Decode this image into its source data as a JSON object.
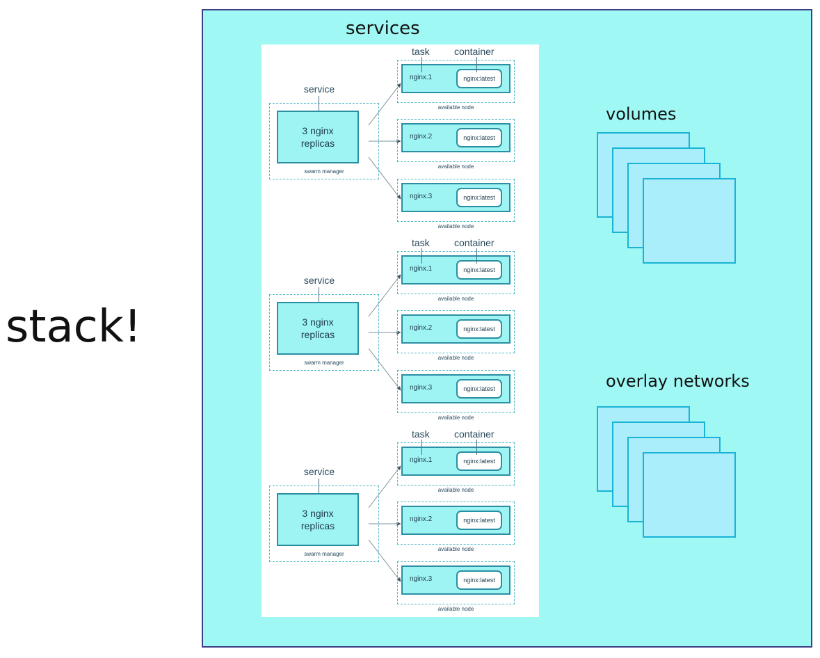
{
  "slide": {
    "left_title": "stack!",
    "services_title": "services",
    "volumes_title": "volumes",
    "networks_title": "overlay networks"
  },
  "services": [
    {
      "service_label": "service",
      "replicas_label": "3 nginx\nreplicas",
      "manager_label": "swarm manager",
      "task_header": "task",
      "container_header": "container",
      "nodes": [
        {
          "task": "nginx.1",
          "container": "nginx:latest",
          "node": "available node"
        },
        {
          "task": "nginx.2",
          "container": "nginx:latest",
          "node": "available node"
        },
        {
          "task": "nginx.3",
          "container": "nginx:latest",
          "node": "available node"
        }
      ]
    },
    {
      "service_label": "service",
      "replicas_label": "3 nginx\nreplicas",
      "manager_label": "swarm manager",
      "task_header": "task",
      "container_header": "container",
      "nodes": [
        {
          "task": "nginx.1",
          "container": "nginx:latest",
          "node": "available node"
        },
        {
          "task": "nginx.2",
          "container": "nginx:latest",
          "node": "available node"
        },
        {
          "task": "nginx.3",
          "container": "nginx:latest",
          "node": "available node"
        }
      ]
    },
    {
      "service_label": "service",
      "replicas_label": "3 nginx\nreplicas",
      "manager_label": "swarm manager",
      "task_header": "task",
      "container_header": "container",
      "nodes": [
        {
          "task": "nginx.1",
          "container": "nginx:latest",
          "node": "available node"
        },
        {
          "task": "nginx.2",
          "container": "nginx:latest",
          "node": "available node"
        },
        {
          "task": "nginx.3",
          "container": "nginx:latest",
          "node": "available node"
        }
      ]
    }
  ],
  "colors": {
    "outer_fill": "#9ff8f4",
    "outer_border": "#3d3f86",
    "box_fill": "#9ef3f3",
    "box_border": "#2a8fa3",
    "stack_square_fill": "#aaedfb",
    "stack_square_border": "#1ab3d6"
  }
}
